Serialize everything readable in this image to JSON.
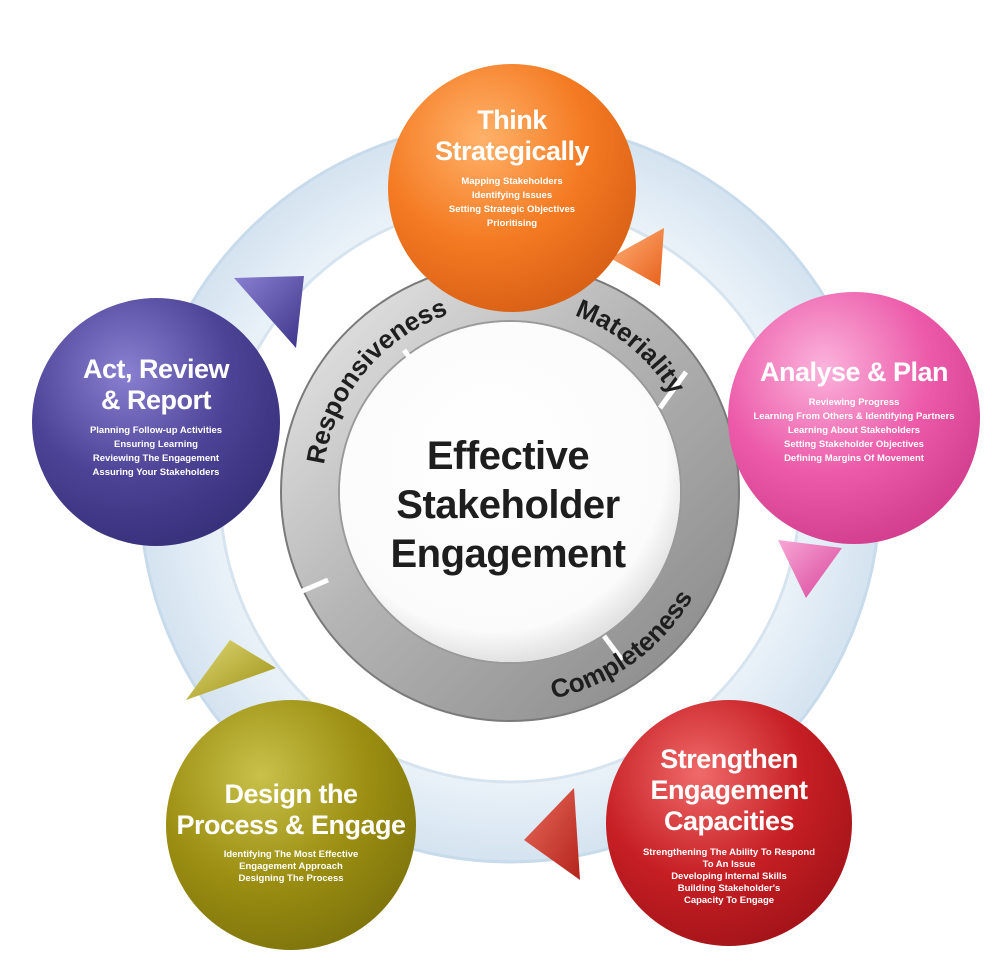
{
  "center": {
    "line1": "Effective",
    "line2": "Stakeholder",
    "line3": "Engagement"
  },
  "ring": {
    "materiality": "Materiality",
    "completeness": "Completeness",
    "responsiveness": "Responsiveness"
  },
  "nodes": {
    "think": {
      "title_1": "Think",
      "title_2": "Strategically",
      "items": [
        "Mapping Stakeholders",
        "Identifying Issues",
        "Setting Strategic Objectives",
        "Prioritising"
      ],
      "color": "#f47a22"
    },
    "analyse": {
      "title_1": "Analyse & Plan",
      "items": [
        "Reviewing Progress",
        "Learning From Others & Identifying Partners",
        "Learning About Stakeholders",
        "Setting Stakeholder Objectives",
        "Defining Margins Of Movement"
      ],
      "color": "#ec5aa9"
    },
    "strengthen": {
      "title_1": "Strengthen",
      "title_2": "Engagement",
      "title_3": "Capacities",
      "items": [
        "Strengthening The Ability To Respond",
        "To An Issue",
        "Developing Internal Skills",
        "Building Stakeholder's",
        "Capacity To Engage"
      ],
      "color": "#c61f24"
    },
    "design": {
      "title_1": "Design the",
      "title_2": "Process & Engage",
      "items": [
        "Identifying The Most Effective",
        "Engagement Approach",
        "Designing The Process"
      ],
      "color": "#9c8f12"
    },
    "act": {
      "title_1": "Act, Review",
      "title_2": "& Report",
      "items": [
        "Planning Follow-up Activities",
        "Ensuring Learning",
        "Reviewing The Engagement",
        "Assuring Your Stakeholders"
      ],
      "color": "#4c4396"
    }
  }
}
